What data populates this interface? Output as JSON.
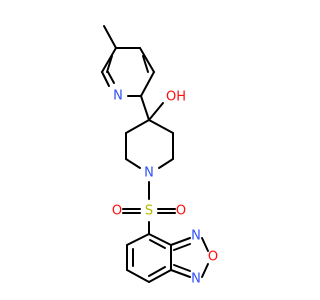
{
  "molecule": {
    "colors": {
      "carbon": "#000000",
      "nitrogen": "#3050F8",
      "oxygen": "#FF0D0D",
      "sulfur": "#B8B800"
    },
    "labels": {
      "pyridine_n": "N",
      "hydroxyl": "OH",
      "piperidine_n": "N",
      "sulfonyl_s": "S",
      "sulfonyl_o_left": "O",
      "sulfonyl_o_right": "O",
      "oxadiazole_n_top": "N",
      "oxadiazole_o": "O",
      "oxadiazole_n_bottom": "N"
    }
  }
}
